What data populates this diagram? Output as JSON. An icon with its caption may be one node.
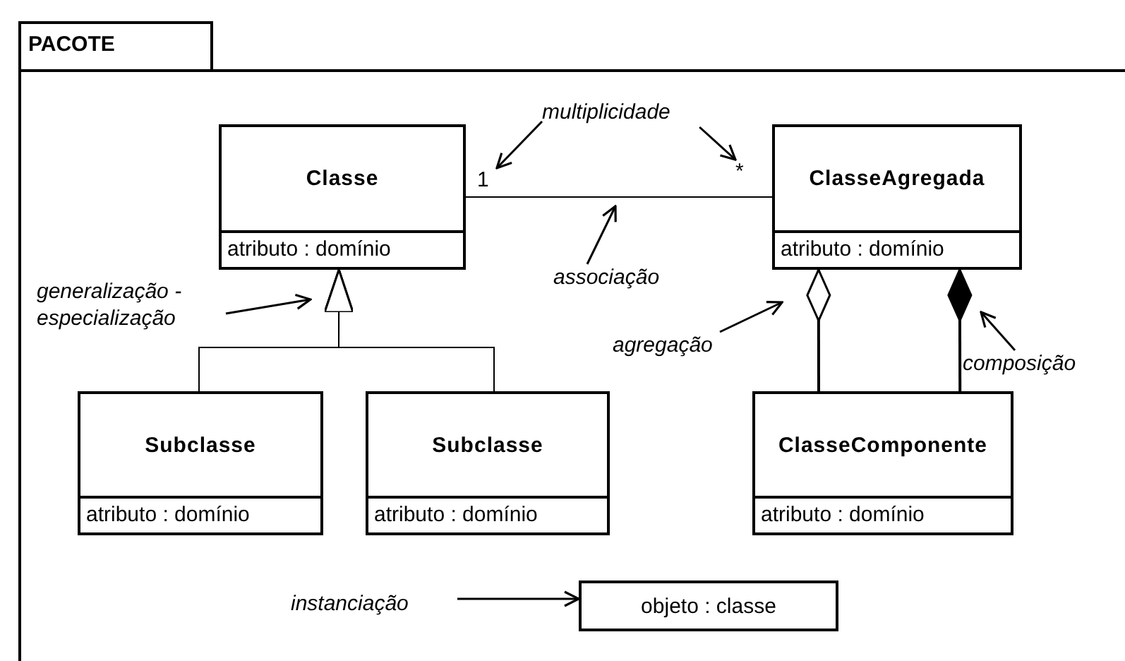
{
  "diagram": {
    "nodes": [
      {
        "text": [
          "PACOTE"
        ]
      },
      {
        "text": [
          "multiplicidade"
        ],
        "in": 0
      },
      {
        "text": [
          "1"
        ],
        "in": 0
      },
      {
        "text": [
          "*"
        ],
        "in": 0
      },
      {
        "text": [
          "Classe",
          "atributo : domínio"
        ],
        "in": 0
      },
      {
        "text": [
          "ClasseAgregada",
          "atributo : domínio"
        ],
        "in": 0
      },
      {
        "text": [
          "associação"
        ],
        "in": 0
      },
      {
        "text": [
          "generalização - especialização"
        ],
        "in": 0
      },
      {
        "text": [
          "agregação"
        ],
        "in": 0
      },
      {
        "text": [
          "composição"
        ],
        "in": 0
      },
      {
        "text": [
          "Subclasse",
          "atributo : domínio"
        ],
        "in": 0
      },
      {
        "text": [
          "Subclasse",
          "atributo : domínio"
        ],
        "in": 0
      },
      {
        "text": [
          "ClasseComponente",
          "atributo : domínio"
        ],
        "in": 0
      },
      {
        "text": [
          "instanciação"
        ],
        "in": 0
      },
      {
        "text": [
          "objeto : classe"
        ],
        "in": 0
      }
    ],
    "edges": [
      {
        "from": 4,
        "to": 5,
        "arrow": "none"
      },
      {
        "from": 10,
        "to": 4,
        "arrow": "to"
      },
      {
        "from": 11,
        "to": 4,
        "arrow": "to"
      },
      {
        "from": 12,
        "to": 5,
        "arrow": "other"
      },
      {
        "from": 12,
        "to": 5,
        "arrow": "other"
      },
      {
        "from": 1,
        "to": 2,
        "arrow": "to"
      },
      {
        "from": 1,
        "to": 3,
        "arrow": "to"
      },
      {
        "from": 6,
        "to": null,
        "arrow": "to"
      },
      {
        "from": 7,
        "to": 4,
        "arrow": "to"
      },
      {
        "from": 8,
        "to": 5,
        "arrow": "to"
      },
      {
        "from": 9,
        "to": null,
        "arrow": "to"
      },
      {
        "from": 13,
        "to": 14,
        "arrow": "to"
      }
    ]
  }
}
